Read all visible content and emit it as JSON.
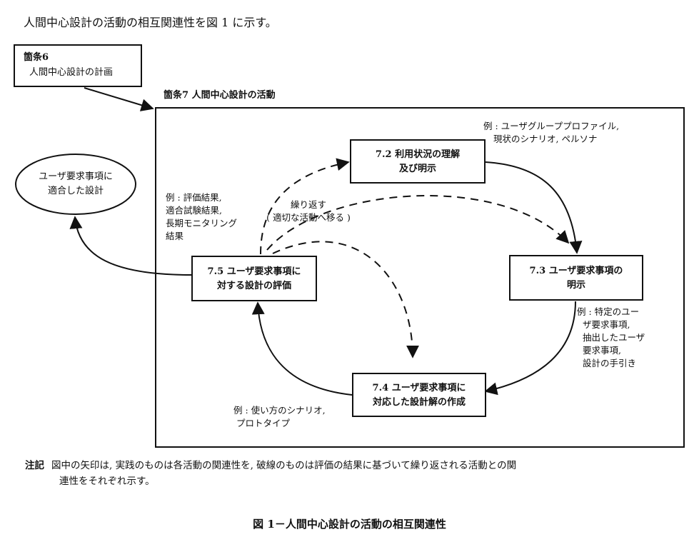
{
  "intro": "人間中心設計の活動の相互関連性を図 1 に示す。",
  "clause6": {
    "label": "箇条6",
    "title": "人間中心設計の計画"
  },
  "clause7": {
    "label": "箇条7 人間中心設計の活動"
  },
  "result_ellipse": {
    "line1": "ユーザ要求事項に",
    "line2": "適合した設計"
  },
  "activities": {
    "a72": {
      "line1": "7.2 利用状況の理解",
      "line2": "及び明示"
    },
    "a73": {
      "line1": "7.3 ユーザ要求事項の",
      "line2": "明示"
    },
    "a74": {
      "line1": "7.4 ユーザ要求事項に",
      "line2": "対応した設計解の作成"
    },
    "a75": {
      "line1": "7.5 ユーザ要求事項に",
      "line2": "対する設計の評価"
    }
  },
  "examples": {
    "e72": {
      "line1": "例 : ユーザグループプロファイル,",
      "line2": "現状のシナリオ, ペルソナ"
    },
    "e73": {
      "line1": "例 : 特定のユー",
      "line2": "ザ要求事項,",
      "line3": "抽出したユーザ",
      "line4": "要求事項,",
      "line5": "設計の手引き"
    },
    "e74": {
      "line1": "例 : 使い方のシナリオ,",
      "line2": "プロトタイプ"
    },
    "e75": {
      "line1": "例 : 評価結果,",
      "line2": "適合試験結果,",
      "line3": "長期モニタリング",
      "line4": "結果"
    }
  },
  "iterate": {
    "line1": "繰り返す",
    "line2": "( 適切な活動へ移る )"
  },
  "footnote": {
    "label": "注記",
    "line1": "図中の矢印は, 実践のものは各活動の関連性を, 破線のものは評価の結果に基づいて繰り返される活動との関",
    "line2": "連性をそれぞれ示す。"
  },
  "caption": "図 1－人間中心設計の活動の相互関連性"
}
